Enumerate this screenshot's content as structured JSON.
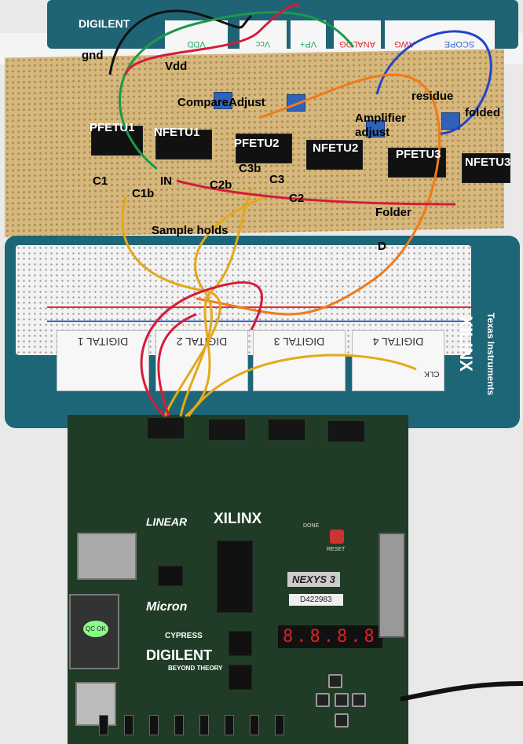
{
  "top_strip": {
    "brand": "DIGILENT",
    "labels": [
      "VDD",
      "Vcc",
      "VP+",
      "ANALOG",
      "AWG",
      "SCOPE"
    ]
  },
  "annotations": {
    "gnd": "gnd",
    "vdd": "Vdd",
    "compare_adjust": "CompareAdjust",
    "pfetu1": "PFETU1",
    "nfetu1": "NFETU1",
    "pfetu2": "PFETU2",
    "nfetu2": "NFETU2",
    "pfetu3": "PFETU3",
    "nfetu3": "NFETU3",
    "residue": "residue",
    "folded": "folded",
    "amplifier": "Amplifier",
    "adjust": "adjust",
    "c1": "C1",
    "c1b": "C1b",
    "in": "IN",
    "c2b": "C2b",
    "c3b": "C3b",
    "c3": "C3",
    "c2": "C2",
    "folder": "Folder",
    "sample_holds": "Sample holds",
    "d": "D"
  },
  "breadboard": {
    "brand_xilinx": "XILINX",
    "brand_ti": "Texas Instruments",
    "digital_labels": [
      "DIGITAL 1",
      "DIGITAL 2",
      "DIGITAL 3",
      "DIGITAL 4"
    ],
    "clk": "CLK"
  },
  "fpga_board": {
    "xilinx": "XILINX",
    "linear": "LINEAR",
    "micron": "Micron",
    "cypress": "CYPRESS",
    "digilent": "DIGILENT",
    "tagline": "BEYOND THEORY",
    "model": "NEXYS 3",
    "serial": "D422983",
    "display": "8.8.8.8",
    "reset": "RESET",
    "done": "DONE",
    "qc": "QC OK"
  }
}
